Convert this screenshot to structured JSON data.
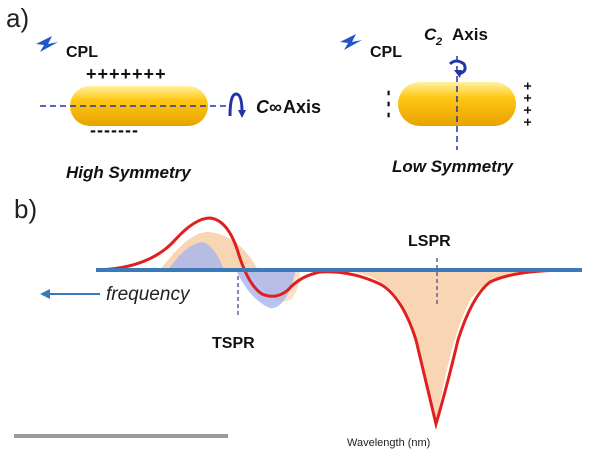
{
  "panel_a": {
    "label": "a)",
    "left": {
      "cpl_label": "CPL",
      "charges_top": "+++++++",
      "charges_bottom": "-------",
      "axis_symbol": "C∞",
      "axis_word": "Axis",
      "caption": "High Symmetry"
    },
    "right": {
      "cpl_label": "CPL",
      "axis_symbol": "C",
      "axis_subscript": "2",
      "axis_word": "Axis",
      "left_charges": "- - -",
      "right_charges": "+ + + +",
      "caption": "Low Symmetry"
    }
  },
  "panel_b": {
    "label": "b)",
    "frequency_label": "frequency",
    "tspr_label": "TSPR",
    "lspr_label": "LSPR",
    "x_axis_label": "Wavelength (nm)"
  },
  "colors": {
    "rod_gold": "#f2b600",
    "rod_highlight": "#ffe680",
    "axis_blue": "#2233aa",
    "baseline_blue": "#3a7ab8",
    "curve_red": "#e02020",
    "fill_orange": "#f6c89a",
    "fill_blue": "#a8b4ee",
    "lightning_blue": "#2255cc"
  }
}
